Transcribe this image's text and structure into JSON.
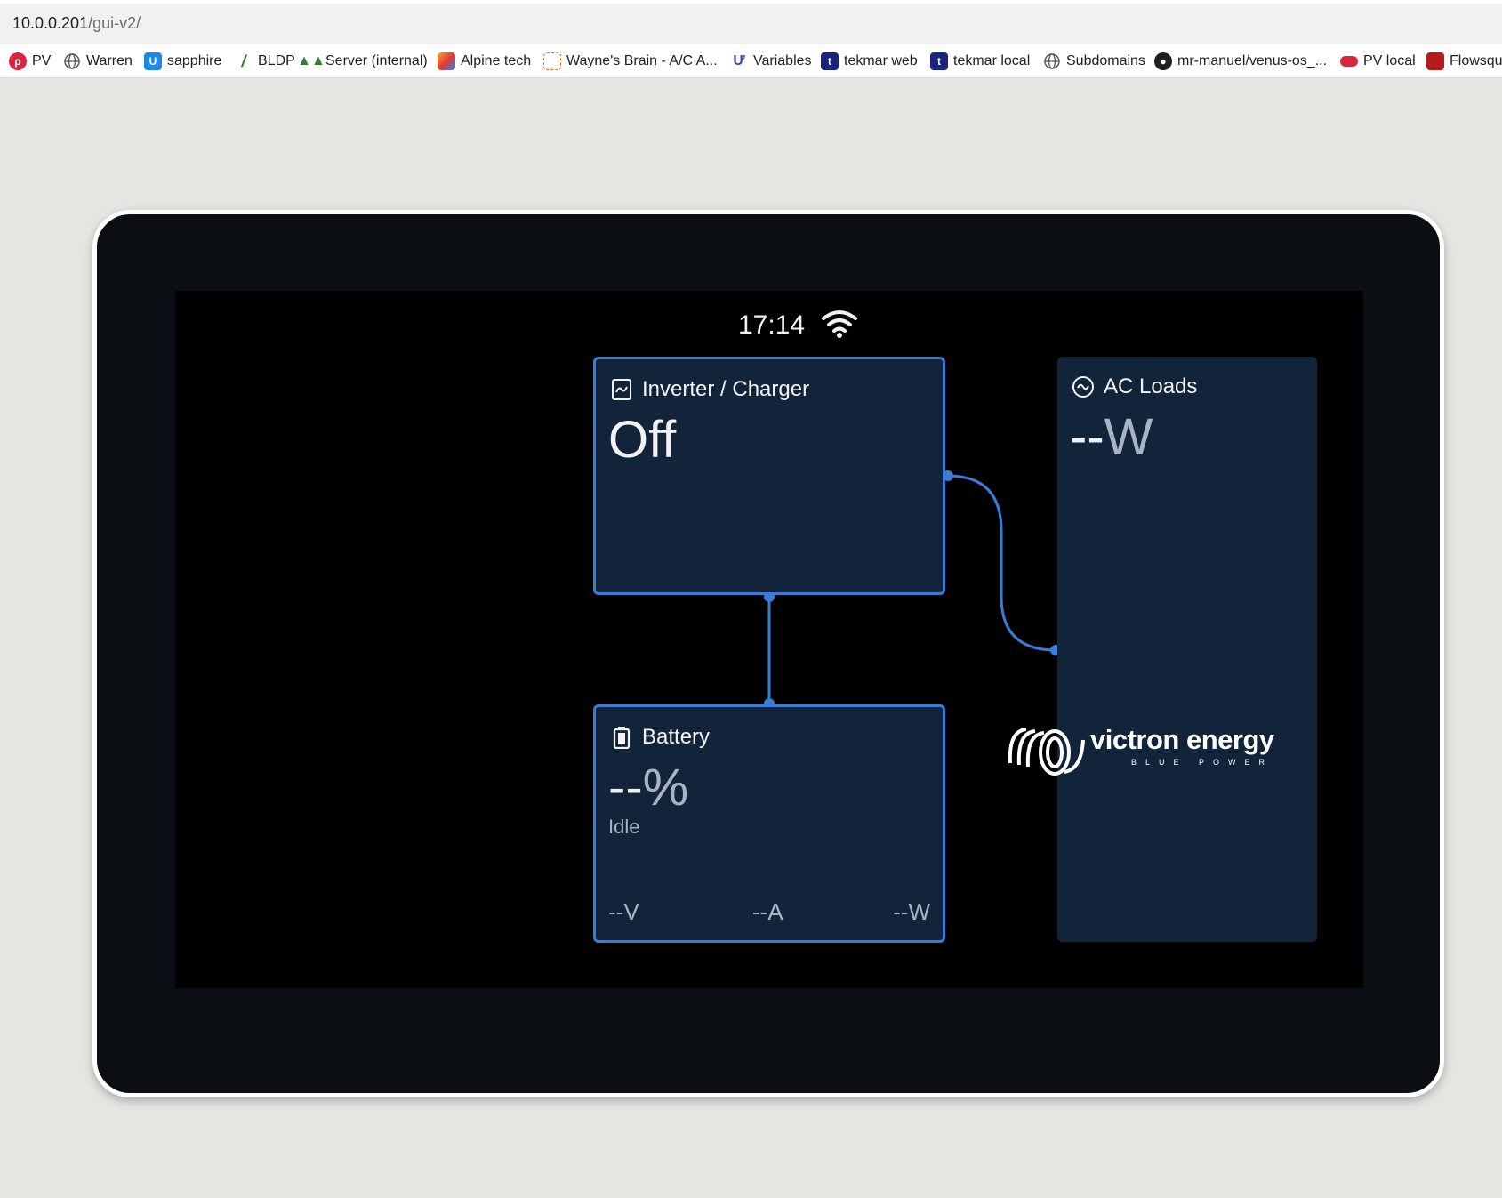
{
  "browser": {
    "url_host": "10.0.0.201",
    "url_path": "/gui-v2/"
  },
  "bookmarks": [
    {
      "label": "PV",
      "icon": "pv-logo-icon",
      "color": "#d7263d"
    },
    {
      "label": "Warren",
      "icon": "globe-icon",
      "color": "#555555"
    },
    {
      "label": "sapphire",
      "icon": "unifi-logo-icon",
      "color": "#1e88e5"
    },
    {
      "label": "BLDP",
      "icon": "slash-logo-icon",
      "color": "#2e7d32"
    },
    {
      "label": "Server (internal)",
      "icon": "trees-icon",
      "color": "#2e7d32"
    },
    {
      "label": "Alpine tech",
      "icon": "colorful-logo-icon",
      "color": "#f9a825"
    },
    {
      "label": "Wayne's Brain - A/C A...",
      "icon": "flow-icon",
      "color": "#ef6c00"
    },
    {
      "label": "Variables",
      "icon": "u-logo-icon",
      "color": "#3949ab"
    },
    {
      "label": "tekmar web",
      "icon": "tekmar-icon",
      "color": "#1a237e"
    },
    {
      "label": "tekmar local",
      "icon": "tekmar-icon",
      "color": "#1a237e"
    },
    {
      "label": "Subdomains",
      "icon": "globe-icon",
      "color": "#555555"
    },
    {
      "label": "mr-manuel/venus-os_...",
      "icon": "github-icon",
      "color": "#1f1f1f"
    },
    {
      "label": "PV local",
      "icon": "pv-logo-icon",
      "color": "#d7263d"
    },
    {
      "label": "Flowsqu",
      "icon": "flowsquare-icon",
      "color": "#b71c1c"
    }
  ],
  "screen": {
    "time": "17:14",
    "wifi_icon": "wifi-icon"
  },
  "inverter": {
    "title": "Inverter / Charger",
    "state": "Off",
    "icon": "inverter-icon"
  },
  "battery": {
    "title": "Battery",
    "soc_value": "--",
    "soc_unit": "%",
    "status": "Idle",
    "voltage": "--V",
    "current": "--A",
    "power": "--W",
    "icon": "battery-icon"
  },
  "ac_loads": {
    "title": "AC Loads",
    "power_value": "--",
    "power_unit": "W",
    "icon": "ac-wave-icon"
  },
  "logo": {
    "brand": "victron energy",
    "tagline": "BLUE POWER"
  },
  "colors": {
    "card_bg": "#12243a",
    "accent_blue": "#3a7bd5",
    "device_bg": "#0b0e12"
  }
}
